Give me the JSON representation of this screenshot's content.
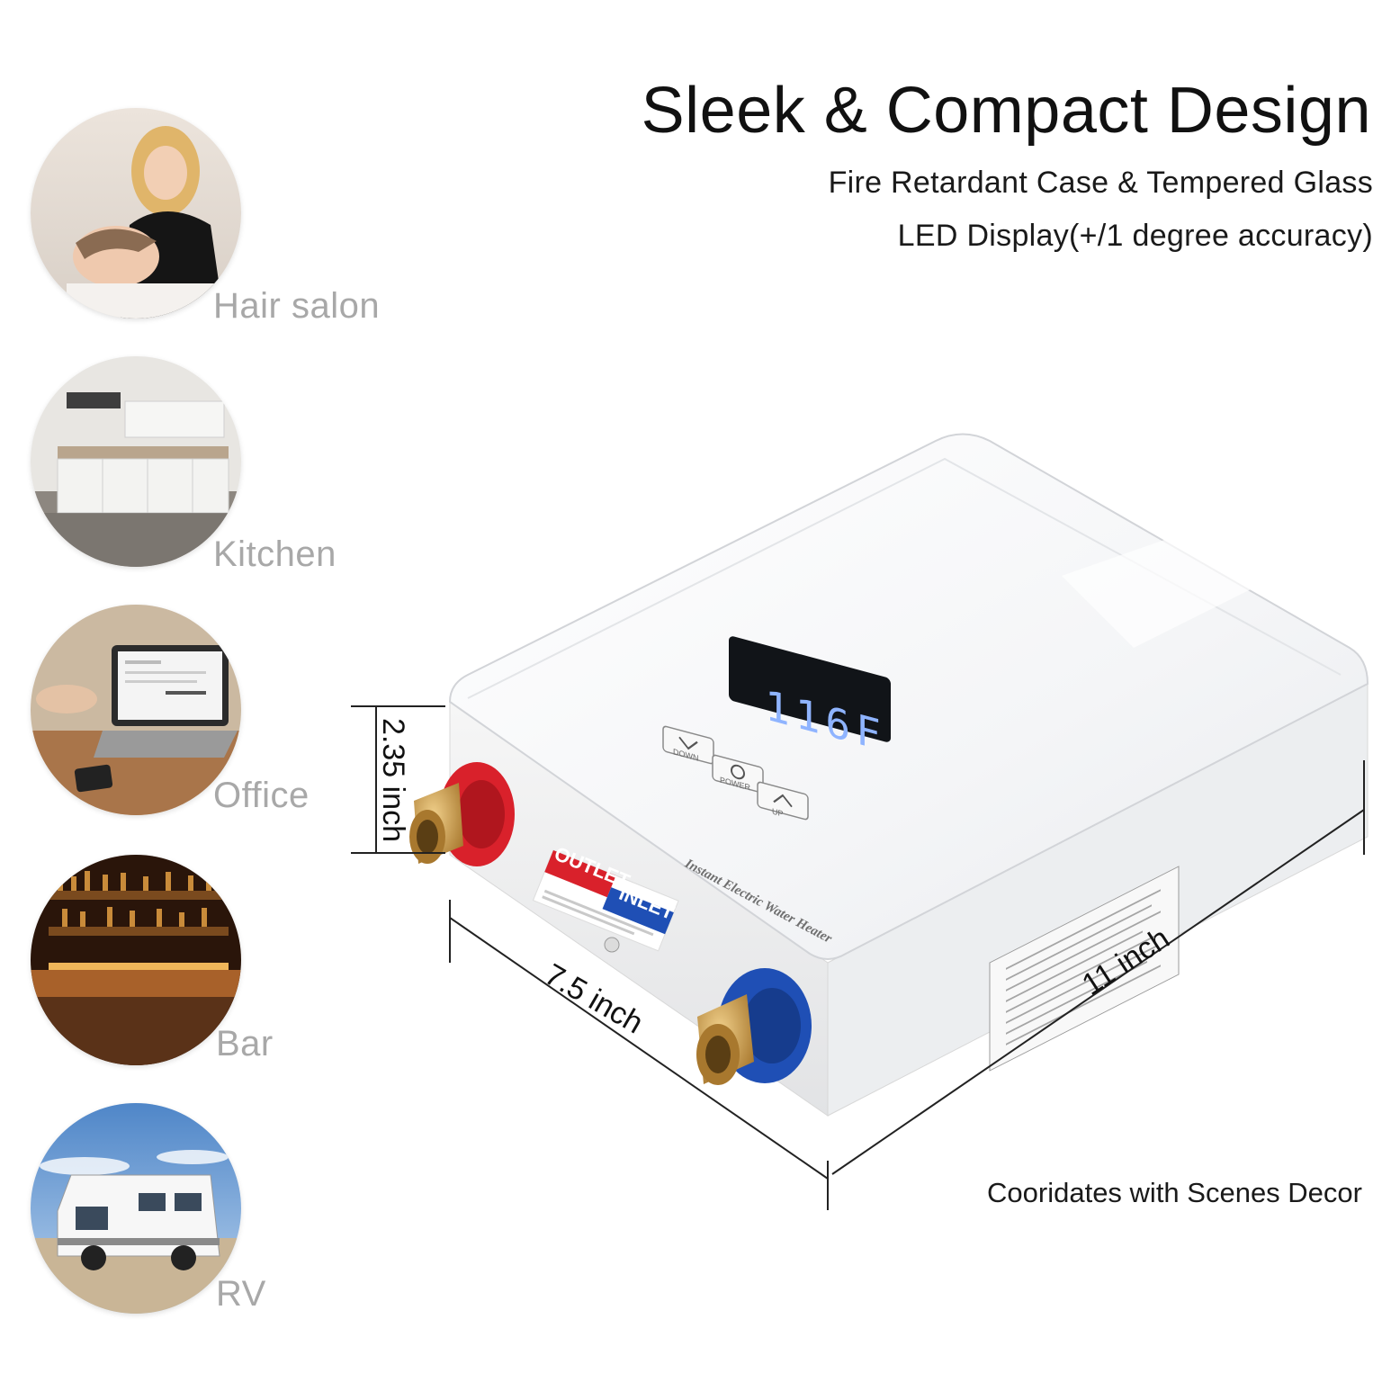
{
  "heading": {
    "title": "Sleek & Compact Design",
    "feature_1": "Fire Retardant Case & Tempered Glass",
    "feature_2": "LED Display(+/1 degree accuracy)"
  },
  "scenes": [
    {
      "label": "Hair salon",
      "icon": "hair-salon-photo"
    },
    {
      "label": "Kitchen",
      "icon": "kitchen-photo"
    },
    {
      "label": "Office",
      "icon": "office-photo"
    },
    {
      "label": "Bar",
      "icon": "bar-photo"
    },
    {
      "label": "RV",
      "icon": "rv-photo"
    }
  ],
  "product": {
    "display_reading": "116F",
    "button_down": "DOWN",
    "button_power": "POWER",
    "button_up": "UP",
    "outlet_label": "OUTLET",
    "inlet_label": "INLET",
    "device_text": "Instant Electric Water Heater"
  },
  "dimensions": {
    "height": "2.35 inch",
    "depth": "7.5 inch",
    "width": "11 inch"
  },
  "caption": "Cooridates with Scenes Decor",
  "colors": {
    "outlet": "#d9212b",
    "inlet": "#1f4fb5",
    "brass": "#c89a4a",
    "display_bg": "#111418",
    "display_text": "#8fb4ff",
    "scene_label": "#a8a8a8"
  }
}
